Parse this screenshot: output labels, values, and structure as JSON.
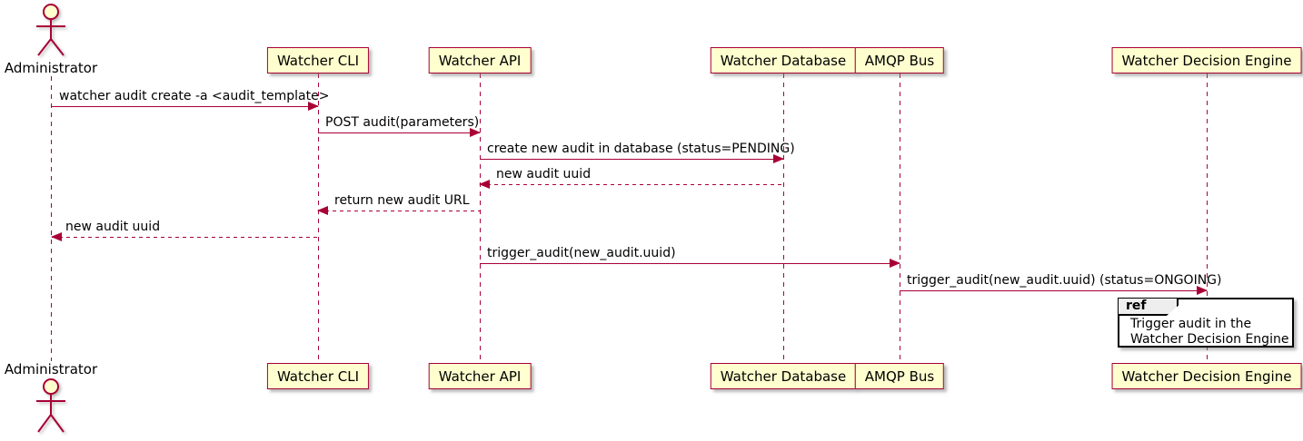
{
  "diagram_type": "uml-sequence",
  "actor": {
    "name": "Administrator"
  },
  "participants": [
    {
      "name": "Watcher CLI"
    },
    {
      "name": "Watcher API"
    },
    {
      "name": "Watcher Database"
    },
    {
      "name": "AMQP Bus"
    },
    {
      "name": "Watcher Decision Engine"
    }
  ],
  "messages": [
    {
      "from": "Administrator",
      "to": "Watcher CLI",
      "label": "watcher audit create -a <audit_template>",
      "line": "solid"
    },
    {
      "from": "Watcher CLI",
      "to": "Watcher API",
      "label": "POST audit(parameters)",
      "line": "solid"
    },
    {
      "from": "Watcher API",
      "to": "Watcher Database",
      "label": "create new audit in database (status=PENDING)",
      "line": "solid"
    },
    {
      "from": "Watcher Database",
      "to": "Watcher API",
      "label": "new audit uuid",
      "line": "dashed"
    },
    {
      "from": "Watcher API",
      "to": "Watcher CLI",
      "label": "return new audit URL",
      "line": "dashed"
    },
    {
      "from": "Watcher CLI",
      "to": "Administrator",
      "label": "new audit uuid",
      "line": "dashed"
    },
    {
      "from": "Watcher API",
      "to": "AMQP Bus",
      "label": "trigger_audit(new_audit.uuid)",
      "line": "solid"
    },
    {
      "from": "AMQP Bus",
      "to": "Watcher Decision Engine",
      "label": "trigger_audit(new_audit.uuid) (status=ONGOING)",
      "line": "solid"
    }
  ],
  "ref": {
    "tag": "ref",
    "line1": "Trigger audit in the",
    "line2": "Watcher Decision Engine"
  },
  "colors": {
    "participant_fill": "#FEFECE",
    "stroke": "#A80036",
    "text": "#000000",
    "ref_border": "#000000",
    "ref_tag_fill": "#EEEEEE",
    "background": "#FFFFFF"
  }
}
